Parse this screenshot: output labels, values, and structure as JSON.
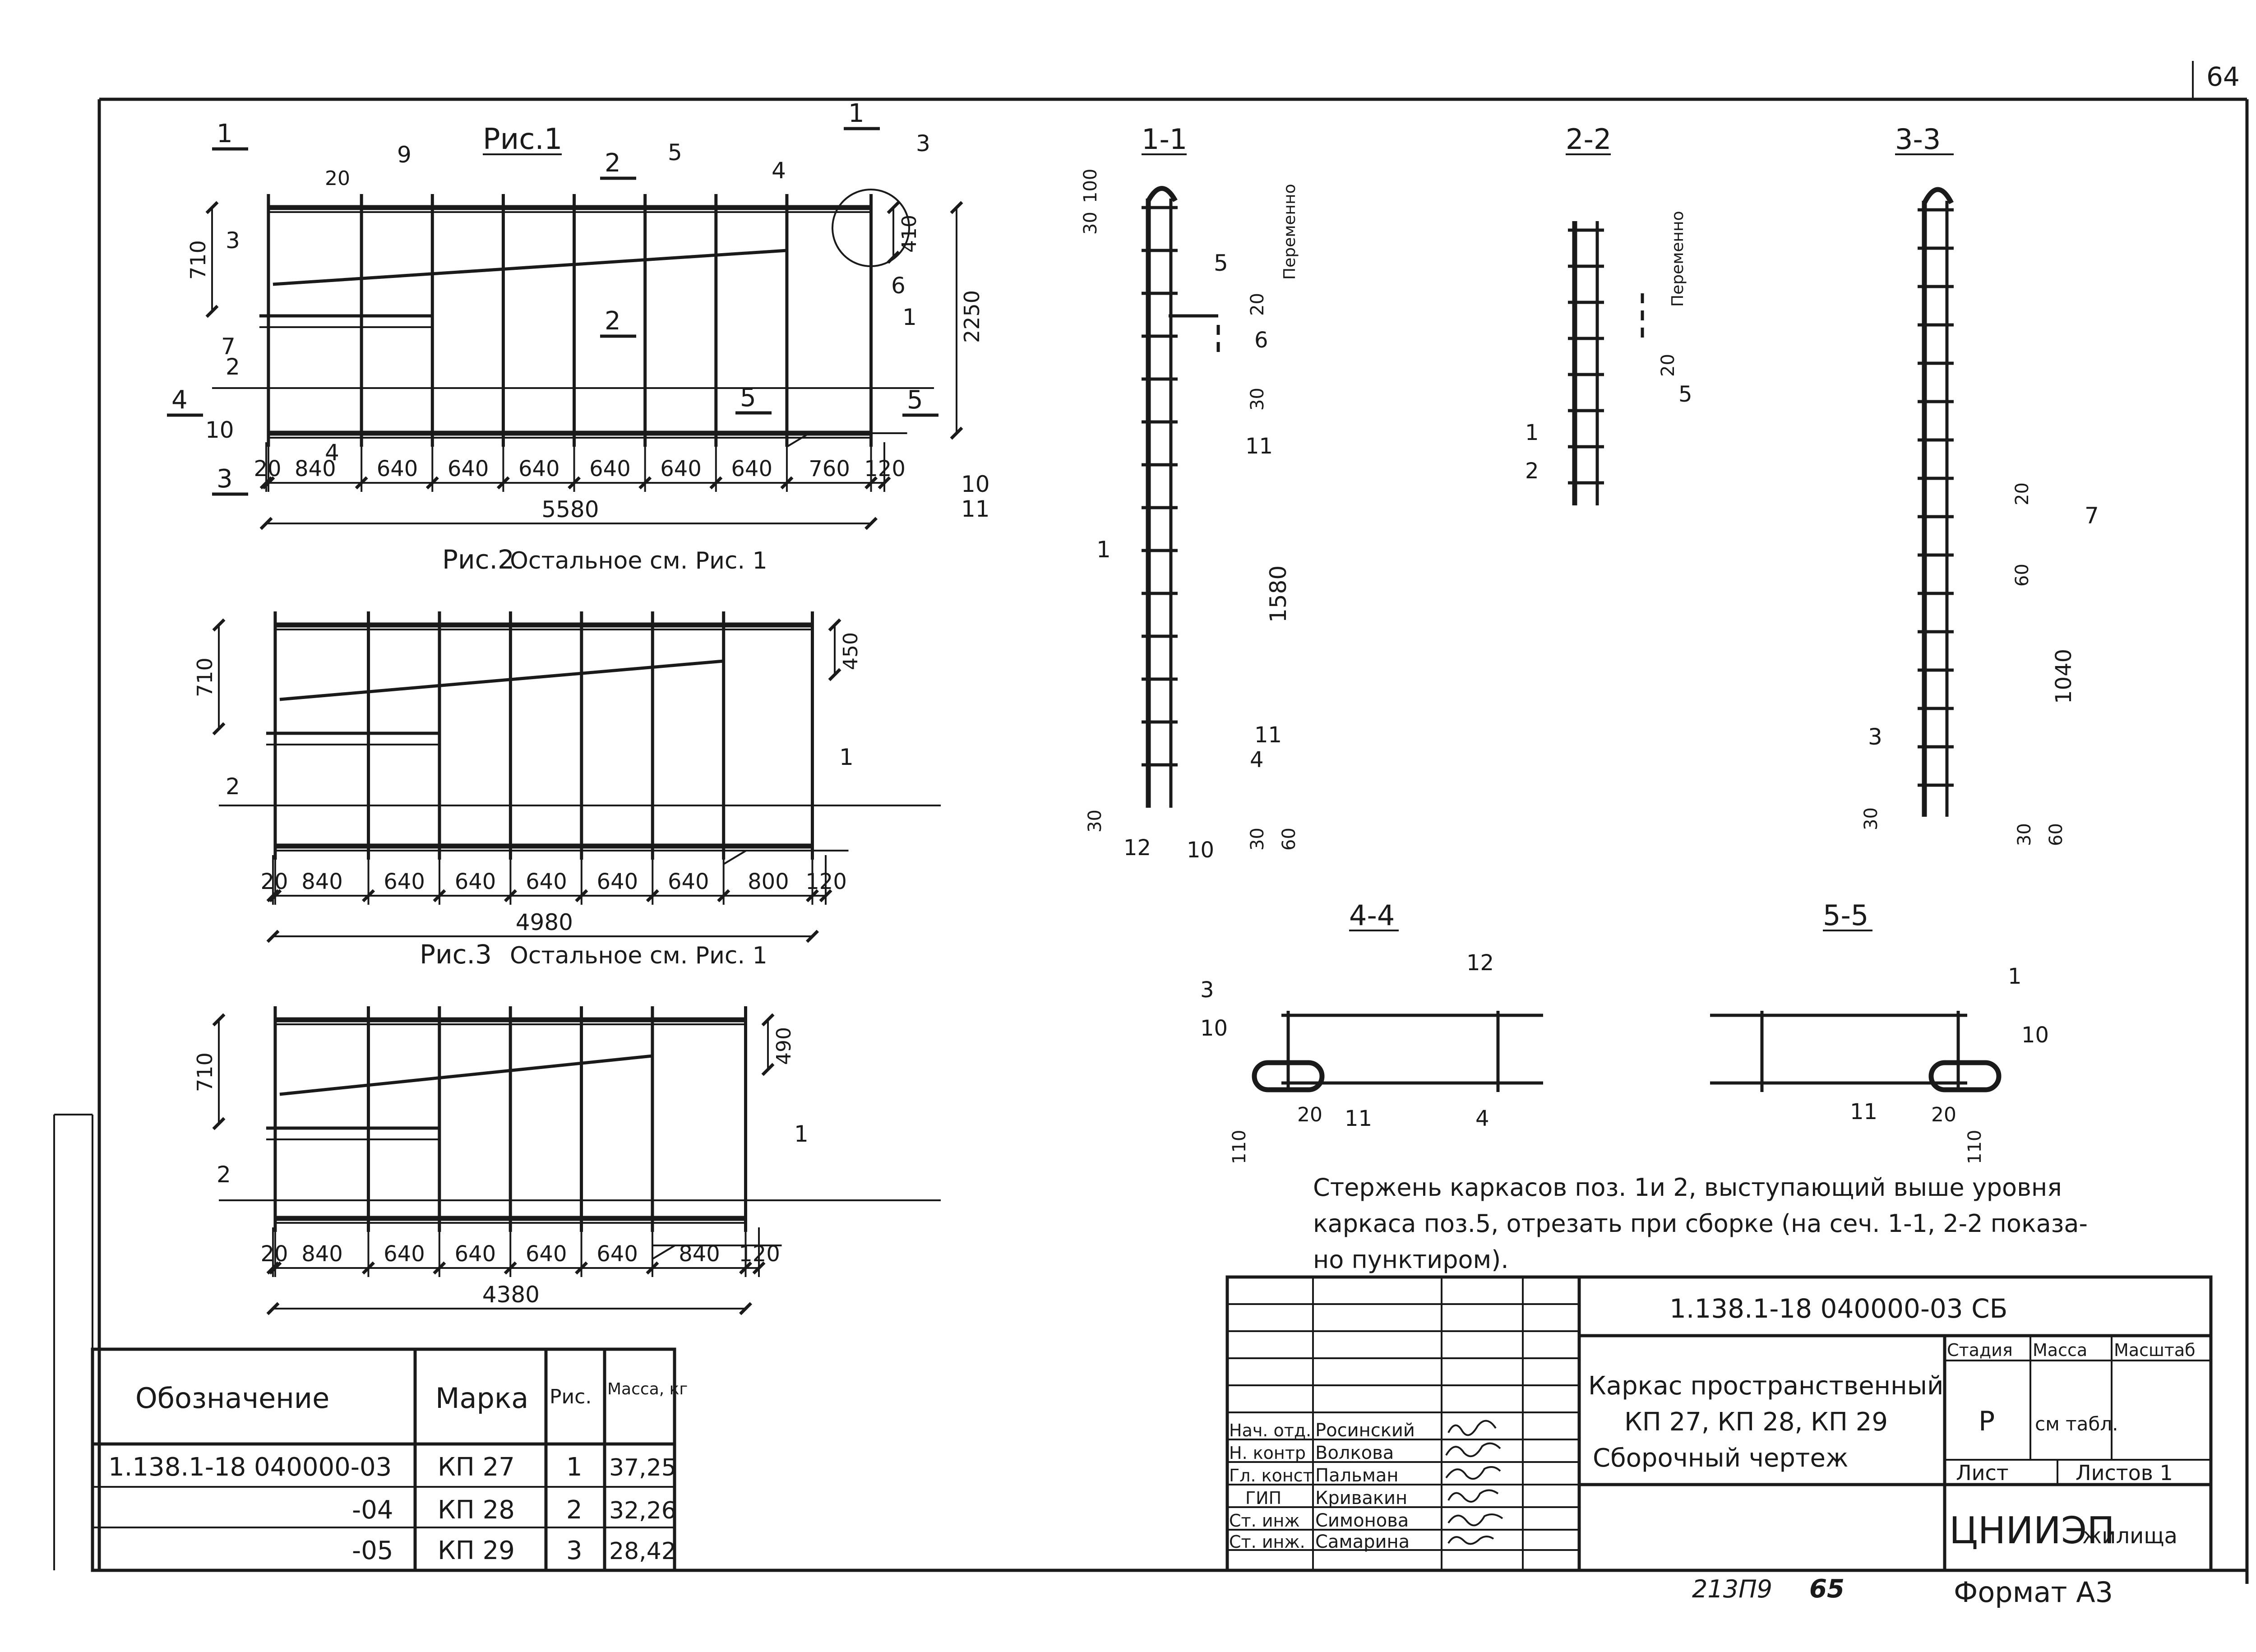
{
  "sheet": {
    "page_number": "64",
    "format_label": "Формат А3",
    "archive_code": "213П9",
    "archive_page": "65"
  },
  "figures": {
    "fig1": {
      "title": "Рис.1",
      "dims_bottom": [
        "20",
        "840",
        "640",
        "640",
        "640",
        "640",
        "640",
        "640",
        "760",
        "120"
      ],
      "overall": "5580",
      "vertical_dims": [
        "710",
        "410",
        "2250"
      ],
      "small_dims": [
        "20"
      ],
      "section_marks": [
        "1",
        "2",
        "3",
        "4",
        "5"
      ],
      "callouts": [
        "1",
        "2",
        "3",
        "4",
        "5",
        "6",
        "7",
        "9",
        "10",
        "11"
      ]
    },
    "fig2": {
      "title": "Рис.2",
      "note": "Остальное см. Рис. 1",
      "dims_bottom": [
        "20",
        "840",
        "640",
        "640",
        "640",
        "640",
        "640",
        "800",
        "120"
      ],
      "overall": "4980",
      "vertical_dims": [
        "710",
        "450"
      ],
      "callouts": [
        "1",
        "2"
      ]
    },
    "fig3": {
      "title": "Рис.3",
      "note": "Остальное см. Рис. 1",
      "dims_bottom": [
        "20",
        "840",
        "640",
        "640",
        "640",
        "640",
        "840",
        "120"
      ],
      "overall": "4380",
      "vertical_dims": [
        "710",
        "490"
      ],
      "callouts": [
        "1",
        "2"
      ]
    }
  },
  "sections": {
    "s11": {
      "title": "1-1",
      "dims": [
        "30",
        "100",
        "20",
        "30",
        "1580",
        "30",
        "30",
        "60"
      ],
      "labels": [
        "Переменно"
      ],
      "callouts": [
        "1",
        "4",
        "5",
        "6",
        "10",
        "11",
        "11",
        "12"
      ]
    },
    "s22": {
      "title": "2-2",
      "dims": [
        "20"
      ],
      "labels": [
        "Переменно"
      ],
      "callouts": [
        "1",
        "2",
        "5"
      ]
    },
    "s33": {
      "title": "3-3",
      "dims": [
        "20",
        "60",
        "1040",
        "30",
        "30",
        "60"
      ],
      "callouts": [
        "3",
        "7"
      ]
    },
    "s44": {
      "title": "4-4",
      "dims": [
        "20",
        "110"
      ],
      "callouts": [
        "3",
        "4",
        "10",
        "11",
        "12"
      ]
    },
    "s55": {
      "title": "5-5",
      "dims": [
        "20",
        "110"
      ],
      "callouts": [
        "1",
        "10",
        "11"
      ]
    }
  },
  "note_lines": [
    "Стержень каркасов поз. 1и 2, выступающий выше уровня",
    "каркаса поз.5, отрезать при сборке (на сеч. 1-1, 2-2 показа-",
    "но пунктиром)."
  ],
  "spec_table": {
    "headers": [
      "Обозначение",
      "Марка",
      "Рис.",
      "Масса, кг"
    ],
    "rows": [
      [
        "1.138.1-18 040000-03",
        "КП 27",
        "1",
        "37,25"
      ],
      [
        "-04",
        "КП 28",
        "2",
        "32,26"
      ],
      [
        "-05",
        "КП 29",
        "3",
        "28,42"
      ]
    ]
  },
  "title_block": {
    "doc_code": "1.138.1-18 040000-03 СБ",
    "title_lines": [
      "Каркас пространственный",
      "КП 27, КП 28, КП 29",
      "Сборочный чертеж"
    ],
    "stage_header": "Стадия",
    "mass_header": "Масса",
    "scale_header": "Масштаб",
    "stage_value": "Р",
    "mass_value": "см табл.",
    "sheet_label": "Лист",
    "sheets_label": "Листов 1",
    "org": "ЦНИИЭП",
    "org_suffix": "жилища",
    "staff": [
      {
        "role": "Нач. отд.",
        "name": "Росинский"
      },
      {
        "role": "Н. контр",
        "name": "Волкова"
      },
      {
        "role": "Гл. конст",
        "name": "Пальман"
      },
      {
        "role": "ГИП",
        "name": "Кривакин"
      },
      {
        "role": "Ст. инж",
        "name": "Симонова"
      },
      {
        "role": "Ст. инж.",
        "name": "Самарина"
      }
    ]
  }
}
